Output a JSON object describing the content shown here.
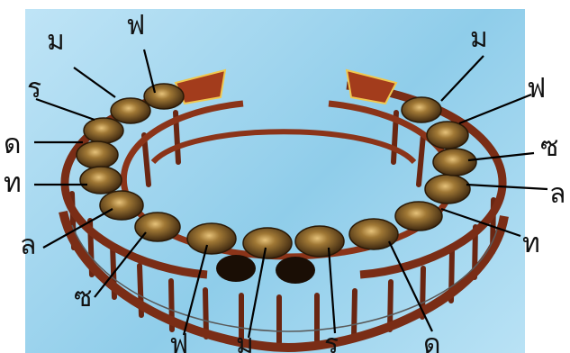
{
  "labels": {
    "left_m": "ม",
    "left_f": "ฟ",
    "left_r": "ร",
    "left_d": "ด",
    "left_t": "ท",
    "left_l": "ล",
    "left_s": "ซ",
    "bottom_f": "ฟ",
    "bottom_m": "ม",
    "bottom_r": "ร",
    "bottom_d": "ด",
    "right_m": "ม",
    "right_f": "ฟ",
    "right_s": "ซ",
    "right_l": "ล",
    "right_t": "ท"
  },
  "colors": {
    "frame": "#7a2d16",
    "frame_highlight": "#b8552c",
    "gong": "#6b4a22",
    "gong_highlight": "#c89c58",
    "leader": "#000000"
  }
}
